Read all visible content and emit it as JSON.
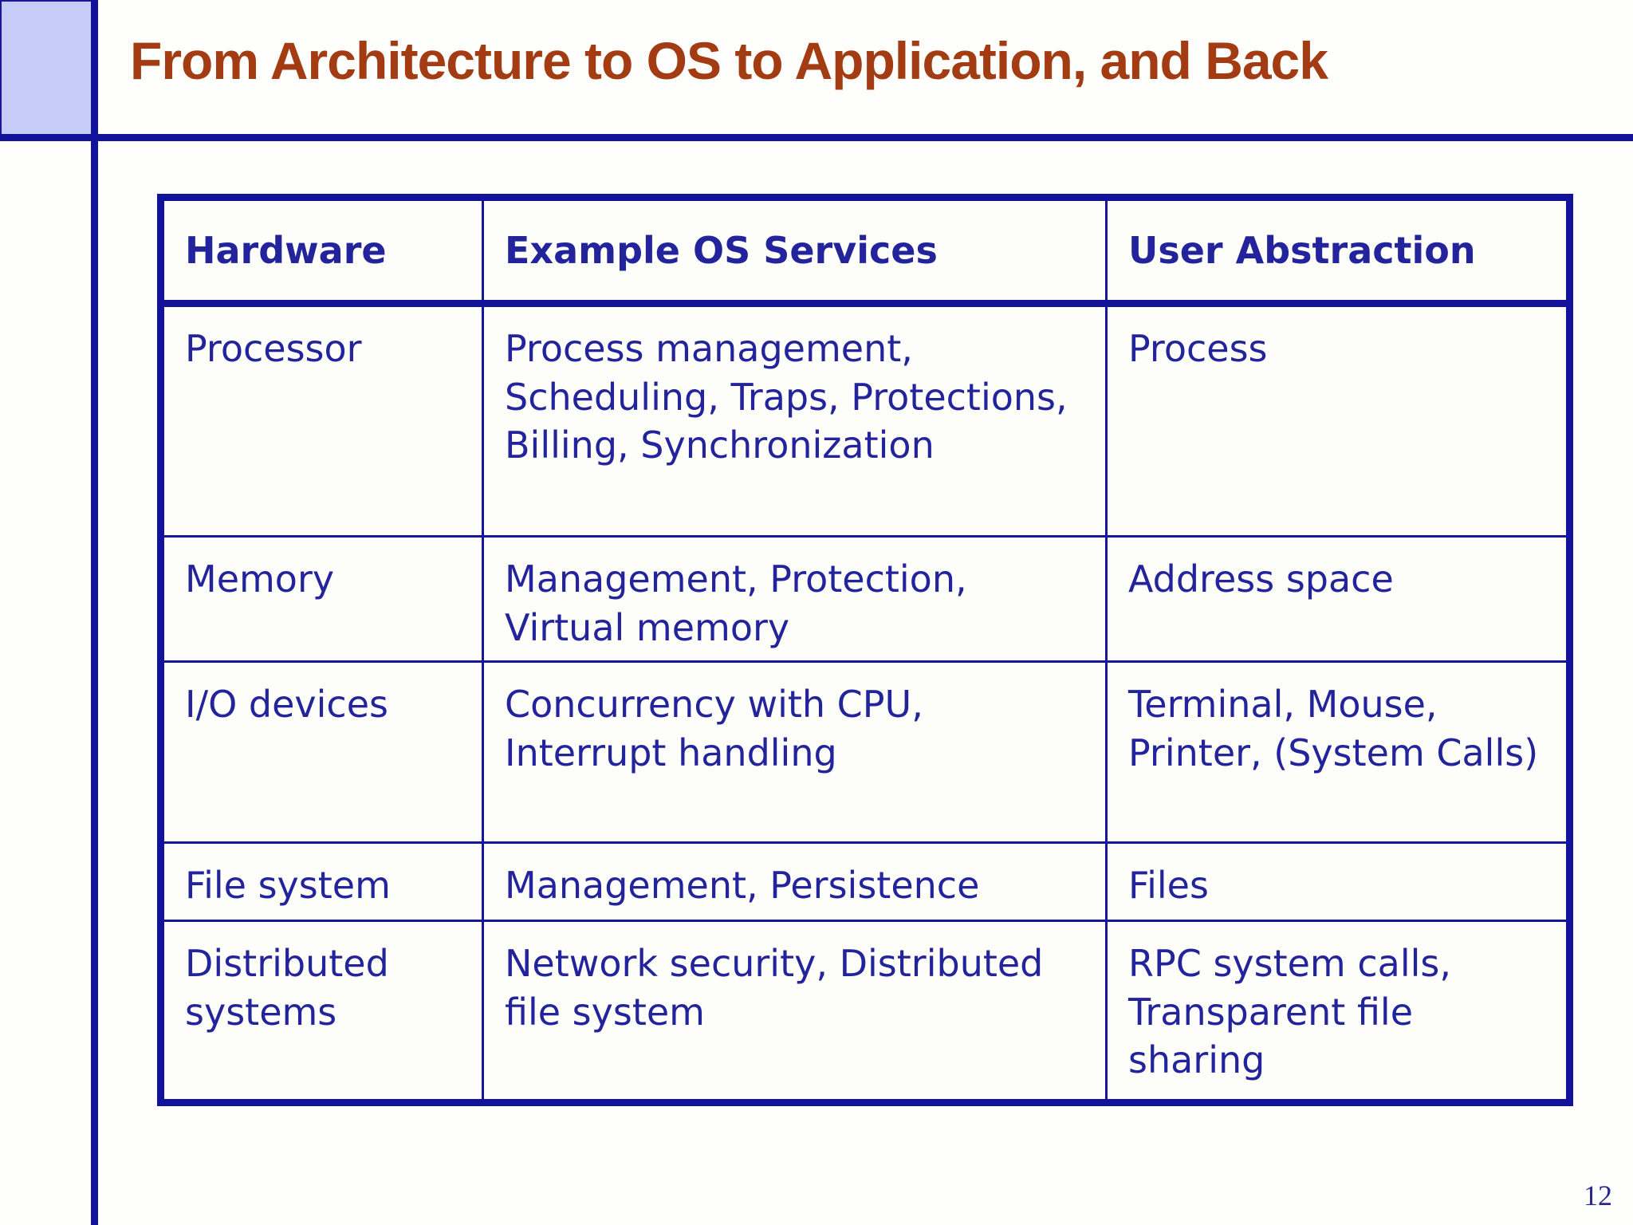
{
  "slide": {
    "title": "From Architecture to OS to Application, and Back",
    "page_number": "12"
  },
  "colors": {
    "frame_navy": "#12129a",
    "table_text_blue": "#23239b",
    "title_brown": "#a33c12",
    "corner_square_fill": "#c6ccf8",
    "background": "#fefefc"
  },
  "table": {
    "headers": [
      "Hardware",
      "Example OS Services",
      "User Abstraction"
    ],
    "rows": [
      {
        "hardware": "Processor",
        "os_services": "Process management, Scheduling, Traps, Protections, Billing, Synchronization",
        "user_abstraction": "Process"
      },
      {
        "hardware": "Memory",
        "os_services": "Management, Protection, Virtual memory",
        "user_abstraction": "Address space"
      },
      {
        "hardware": "I/O devices",
        "os_services": "Concurrency with CPU, Interrupt handling",
        "user_abstraction": "Terminal, Mouse, Printer, (System Calls)"
      },
      {
        "hardware": "File system",
        "os_services": "Management, Persistence",
        "user_abstraction": "Files"
      },
      {
        "hardware": "Distributed systems",
        "os_services": "Network security, Distributed file system",
        "user_abstraction": "RPC system calls, Transparent file sharing"
      }
    ]
  }
}
